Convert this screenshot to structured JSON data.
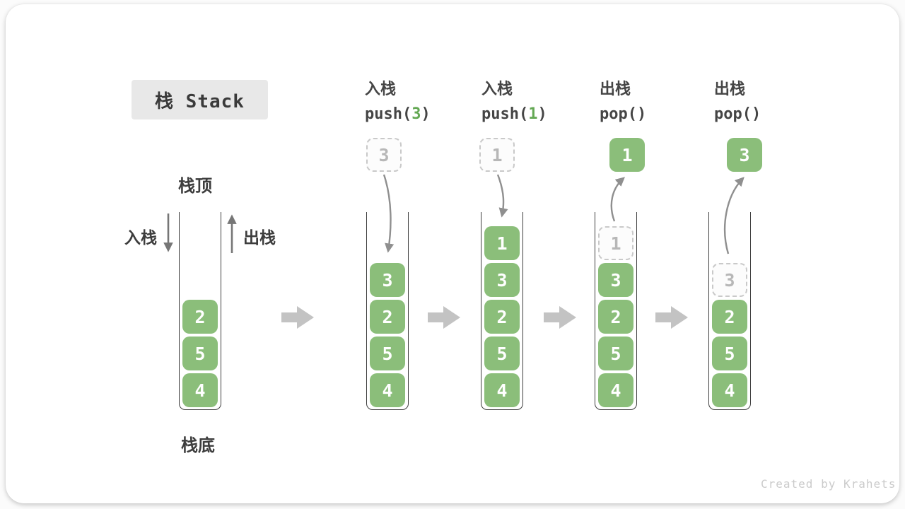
{
  "title": {
    "text": "栈 Stack"
  },
  "labels": {
    "stack_top": "栈顶",
    "stack_bottom": "栈底",
    "push_arrow": "入栈",
    "pop_arrow": "出栈"
  },
  "watermark": "Created by Krahets",
  "colors": {
    "cell_green": "#8bbe7a",
    "code_arg_green": "#64a854",
    "flow_arrow_gray": "#8f8f8f",
    "block_arrow_gray": "#c3c3c3",
    "ghost_border_gray": "#c9c9c9",
    "title_bg_gray": "#e8e8e8",
    "text_dark": "#3d3d3d"
  },
  "steps": [
    {
      "name": "initial",
      "cells": [
        {
          "value": "2",
          "ghost": false
        },
        {
          "value": "5",
          "ghost": false
        },
        {
          "value": "4",
          "ghost": false
        }
      ]
    },
    {
      "name": "push-3",
      "action": "入栈",
      "code_pre": "push(",
      "code_arg": "3",
      "code_post": ")",
      "floating": {
        "value": "3",
        "ghost": true
      },
      "arrow": "down",
      "cells": [
        {
          "value": "3",
          "ghost": false
        },
        {
          "value": "2",
          "ghost": false
        },
        {
          "value": "5",
          "ghost": false
        },
        {
          "value": "4",
          "ghost": false
        }
      ]
    },
    {
      "name": "push-1",
      "action": "入栈",
      "code_pre": "push(",
      "code_arg": "1",
      "code_post": ")",
      "floating": {
        "value": "1",
        "ghost": true
      },
      "arrow": "down",
      "cells": [
        {
          "value": "1",
          "ghost": false
        },
        {
          "value": "3",
          "ghost": false
        },
        {
          "value": "2",
          "ghost": false
        },
        {
          "value": "5",
          "ghost": false
        },
        {
          "value": "4",
          "ghost": false
        }
      ]
    },
    {
      "name": "pop-1",
      "action": "出栈",
      "code_pre": "pop(",
      "code_arg": "",
      "code_post": ")",
      "floating": {
        "value": "1",
        "ghost": false
      },
      "arrow": "up",
      "cells": [
        {
          "value": "1",
          "ghost": true
        },
        {
          "value": "3",
          "ghost": false
        },
        {
          "value": "2",
          "ghost": false
        },
        {
          "value": "5",
          "ghost": false
        },
        {
          "value": "4",
          "ghost": false
        }
      ]
    },
    {
      "name": "pop-3",
      "action": "出栈",
      "code_pre": "pop(",
      "code_arg": "",
      "code_post": ")",
      "floating": {
        "value": "3",
        "ghost": false
      },
      "arrow": "up",
      "cells": [
        {
          "value": "3",
          "ghost": true
        },
        {
          "value": "2",
          "ghost": false
        },
        {
          "value": "5",
          "ghost": false
        },
        {
          "value": "4",
          "ghost": false
        }
      ]
    }
  ]
}
